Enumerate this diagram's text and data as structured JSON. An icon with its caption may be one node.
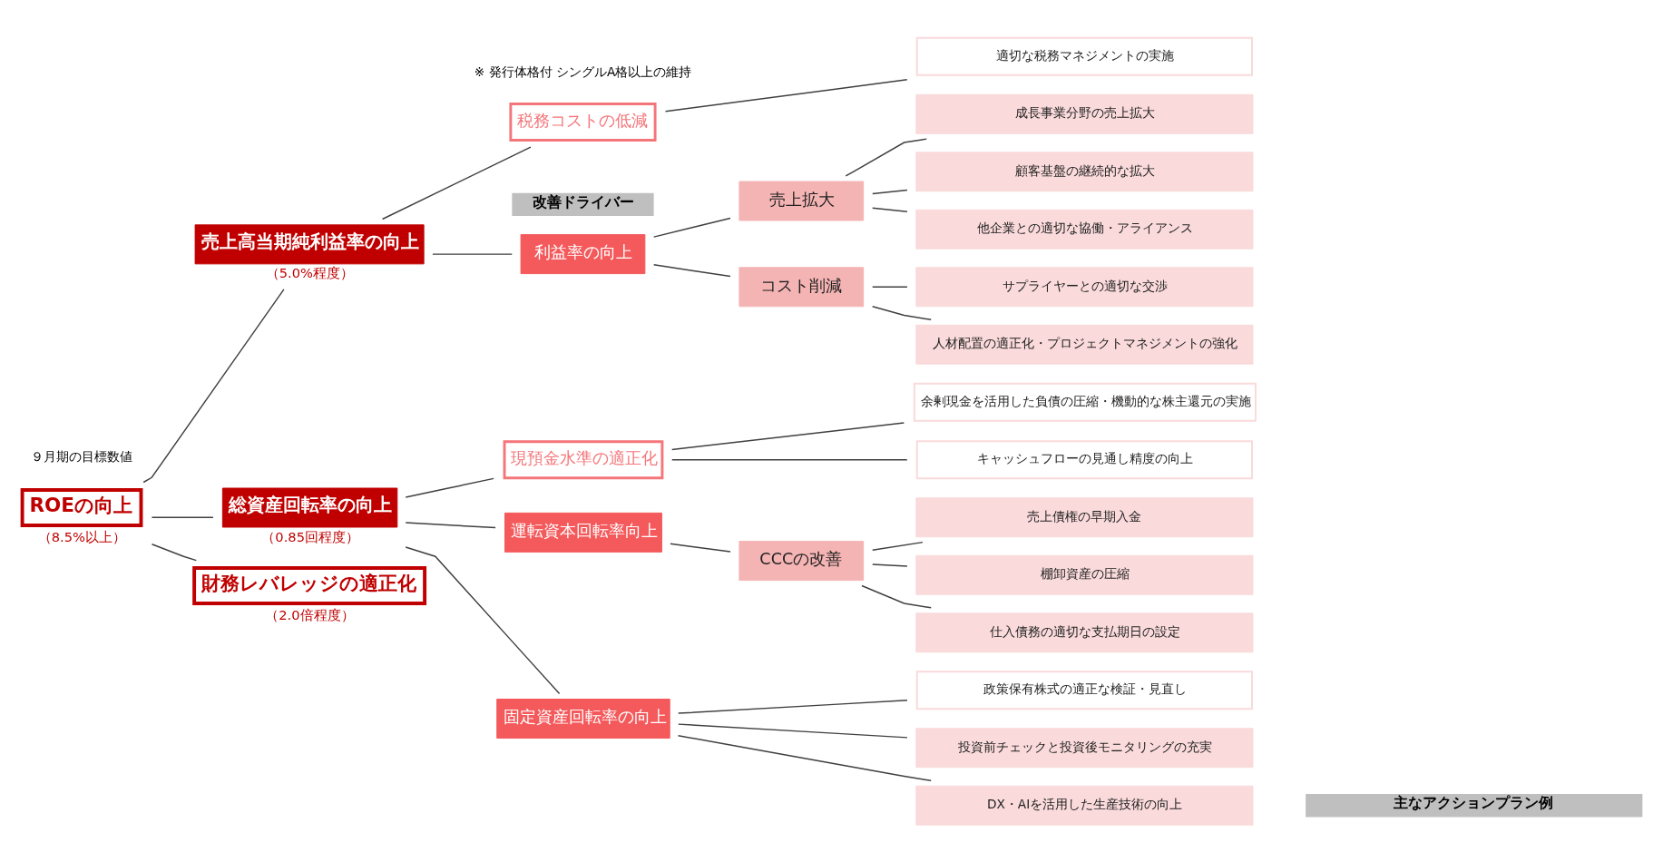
{
  "diagram": {
    "nodes": [
      {
        "text": [
          "ROEの向上"
        ],
        "beside": [
          "（8.5%以上）"
        ]
      },
      {
        "text": [
          "売上高当期純利益率の向上"
        ],
        "beside": [
          "（5.0%程度）"
        ]
      },
      {
        "text": [
          "総資産回転率の向上"
        ],
        "beside": [
          "（0.85回程度）"
        ]
      },
      {
        "text": [
          "財務レバレッジの適正化"
        ],
        "beside": [
          "（2.0倍程度）"
        ]
      },
      {
        "text": [
          "利益率の向上"
        ]
      },
      {
        "text": [
          "税務コストの低減"
        ]
      },
      {
        "text": [
          "運転資本回転率向上"
        ]
      },
      {
        "text": [
          "固定資産回転率の向上"
        ]
      },
      {
        "text": [
          "現預金水準の適正化"
        ]
      },
      {
        "text": [
          "売上拡大"
        ]
      },
      {
        "text": [
          "コスト削減"
        ]
      },
      {
        "text": [
          "CCCの改善"
        ]
      },
      {
        "text": [
          "顧客基盤の継続的な拡大"
        ]
      },
      {
        "text": [
          "他企業との適切な協働・アライアンス"
        ]
      },
      {
        "text": [
          "成長事業分野の売上拡大"
        ]
      },
      {
        "text": [
          "人材配置の適正化・プロジェクトマネジメントの強化"
        ]
      },
      {
        "text": [
          "サプライヤーとの適切な交渉"
        ]
      },
      {
        "text": [
          "適切な税務マネジメントの実施"
        ]
      },
      {
        "text": [
          "売上債権の早期入金"
        ]
      },
      {
        "text": [
          "棚卸資産の圧縮"
        ]
      },
      {
        "text": [
          "仕入債務の適切な支払期日の設定"
        ]
      },
      {
        "text": [
          "投資前チェックと投資後モニタリングの充実"
        ]
      },
      {
        "text": [
          "DX・AIを活用した生産技術の向上"
        ]
      },
      {
        "text": [
          "政策保有株式の適正な検証・見直し"
        ]
      },
      {
        "text": [
          "キャッシュフローの見通し精度の向上"
        ]
      },
      {
        "text": [
          "余剰現金を活用した負債の圧縮・機動的な株主還元の実施"
        ]
      }
    ],
    "edges": [
      {
        "from": 0,
        "to": 1,
        "arrow": "none"
      },
      {
        "from": 0,
        "to": 2,
        "arrow": "none"
      },
      {
        "from": 0,
        "to": 3,
        "arrow": "none"
      },
      {
        "from": 1,
        "to": 4,
        "arrow": "none"
      },
      {
        "from": 1,
        "to": 5,
        "arrow": "none"
      },
      {
        "from": 2,
        "to": 6,
        "arrow": "none"
      },
      {
        "from": 2,
        "to": 7,
        "arrow": "none"
      },
      {
        "from": 2,
        "to": 8,
        "arrow": "none"
      },
      {
        "from": 4,
        "to": 9,
        "arrow": "none"
      },
      {
        "from": 4,
        "to": 10,
        "arrow": "none"
      },
      {
        "from": 9,
        "to": 12,
        "arrow": "none"
      },
      {
        "from": 9,
        "to": 13,
        "arrow": "none"
      },
      {
        "from": 9,
        "to": 14,
        "arrow": "none"
      },
      {
        "from": 10,
        "to": 15,
        "arrow": "none"
      },
      {
        "from": 10,
        "to": 16,
        "arrow": "none"
      },
      {
        "from": 5,
        "to": 17,
        "arrow": "none"
      },
      {
        "from": 6,
        "to": 11,
        "arrow": "none"
      },
      {
        "from": 11,
        "to": 18,
        "arrow": "none"
      },
      {
        "from": 11,
        "to": 19,
        "arrow": "none"
      },
      {
        "from": 11,
        "to": 20,
        "arrow": "none"
      },
      {
        "from": 7,
        "to": 21,
        "arrow": "none"
      },
      {
        "from": 7,
        "to": 22,
        "arrow": "none"
      },
      {
        "from": 7,
        "to": 23,
        "arrow": "none"
      },
      {
        "from": 8,
        "to": 24,
        "arrow": "none"
      },
      {
        "from": 8,
        "to": 25,
        "arrow": "none"
      }
    ],
    "labels": [
      "９月期の目標数値",
      "改善ドライバー",
      "主なアクションプラン例",
      "※ 発行体格付 シングルA格以上の維持"
    ]
  }
}
